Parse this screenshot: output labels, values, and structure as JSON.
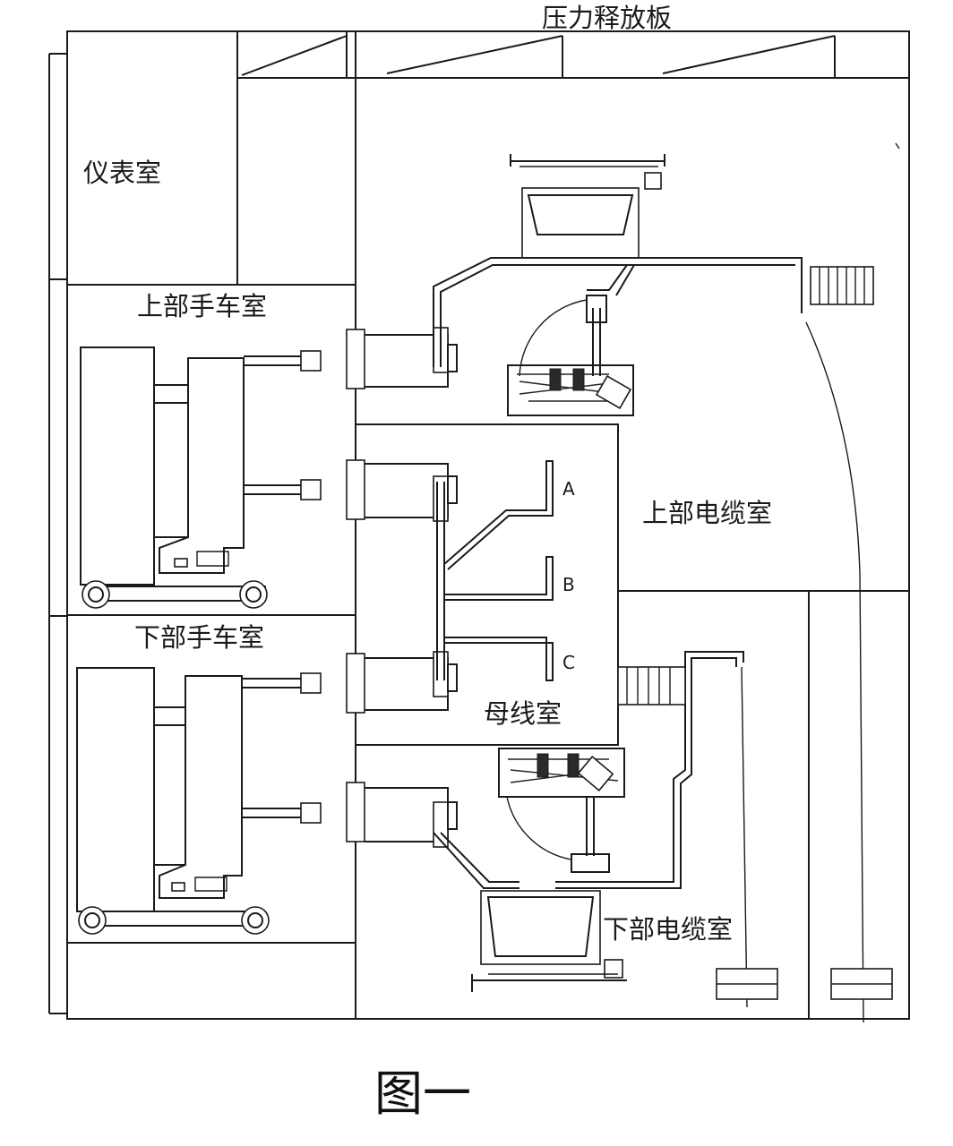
{
  "labels": {
    "pressure_relief": "压力释放板",
    "instrument_room": "仪表室",
    "upper_cart_room": "上部手车室",
    "lower_cart_room": "下部手车室",
    "upper_cable_room": "上部电缆室",
    "lower_cable_room": "下部电缆室",
    "busbar_room": "母线室",
    "phase_a": "A",
    "phase_b": "B",
    "phase_c": "C"
  },
  "caption": "图一"
}
